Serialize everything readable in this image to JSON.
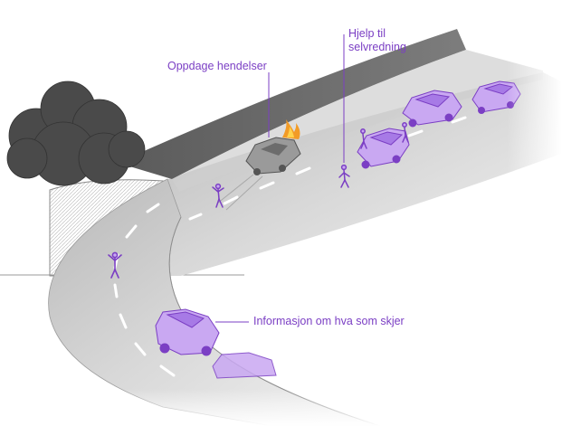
{
  "labels": {
    "detect": "Oppdage hendelser",
    "self_rescue_line1": "Hjelp til",
    "self_rescue_line2": "selvredning",
    "info": "Informasjon om hva som skjer"
  },
  "colors": {
    "accent": "#7b3fc4",
    "car_fill": "#c9a8f2",
    "smoke": "#4a4a4a",
    "road": "#e9e9e9",
    "tunnel_wall": "#7a7a7a"
  },
  "icons": [
    "smoke-cloud-icon",
    "fire-icon",
    "car-icon",
    "person-icon"
  ]
}
